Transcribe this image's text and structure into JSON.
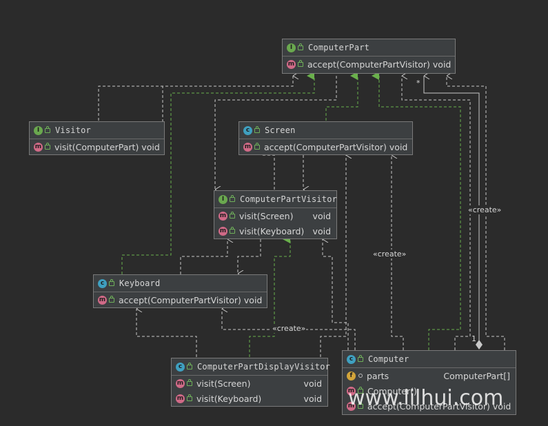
{
  "classes": {
    "computer_part": {
      "kind_icon": "interface-icon",
      "name": "ComputerPart",
      "members": [
        {
          "icon": "method-icon",
          "name": "accept(ComputerPartVisitor) void"
        }
      ]
    },
    "visitor": {
      "kind_icon": "interface-icon",
      "name": "Visitor",
      "members": [
        {
          "icon": "method-icon",
          "name": "visit(ComputerPart) void"
        }
      ]
    },
    "screen": {
      "kind_icon": "class-icon",
      "name": "Screen",
      "members": [
        {
          "icon": "method-icon",
          "name": "accept(ComputerPartVisitor) void"
        }
      ]
    },
    "computer_part_visitor": {
      "kind_icon": "interface-icon",
      "name": "ComputerPartVisitor",
      "members": [
        {
          "icon": "method-icon",
          "name": "visit(Screen)",
          "type": "void"
        },
        {
          "icon": "method-icon",
          "name": "visit(Keyboard)",
          "type": "void"
        }
      ]
    },
    "keyboard": {
      "kind_icon": "class-icon",
      "name": "Keyboard",
      "members": [
        {
          "icon": "method-icon",
          "name": "accept(ComputerPartVisitor) void"
        }
      ]
    },
    "display_visitor": {
      "kind_icon": "class-icon",
      "name": "ComputerPartDisplayVisitor",
      "members": [
        {
          "icon": "method-icon",
          "name": "visit(Screen)",
          "type": "void"
        },
        {
          "icon": "method-icon",
          "name": "visit(Keyboard)",
          "type": "void"
        }
      ]
    },
    "computer": {
      "kind_icon": "class-icon",
      "name": "Computer",
      "members": [
        {
          "icon": "field-icon",
          "name": "parts",
          "type": "ComputerPart[]"
        },
        {
          "icon": "method-icon",
          "name": "Computer()"
        },
        {
          "icon": "method-icon",
          "name": "accept(ComputerPartVisitor) void"
        }
      ]
    }
  },
  "edge_labels": {
    "create_1": "«create»",
    "create_2": "«create»",
    "create_3": "«create»",
    "mult_many": "*",
    "mult_one": "1"
  },
  "watermark": "www.lilhui.com",
  "colors": {
    "background": "#2b2b2b",
    "dependency": "#c8c8c8",
    "realization": "#6ab04c"
  }
}
